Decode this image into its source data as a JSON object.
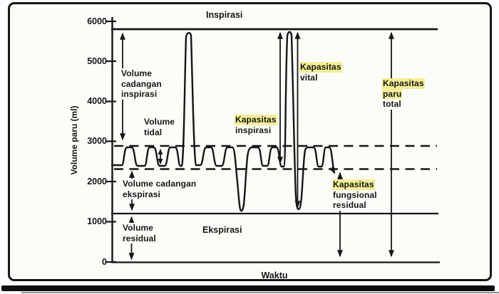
{
  "colors": {
    "ink": "#161616",
    "highlight": "#f3ef94",
    "paper": "#fcfcf9"
  },
  "axis": {
    "ylabel": "Volume paru (ml)",
    "xlabel": "Waktu",
    "yticks": [
      "6000",
      "5000",
      "4000",
      "3000",
      "2000",
      "1000",
      "0"
    ]
  },
  "phase_labels": {
    "top": "Inspirasi",
    "bottom": "Ekspirasi"
  },
  "labels": {
    "irv": [
      "Volume",
      "cadangan",
      "inspirasi"
    ],
    "tidal": [
      "Volume",
      "tidal"
    ],
    "ic": [
      "Kapasitas",
      "inspirasi"
    ],
    "vc": [
      "Kapasitas",
      "vital"
    ],
    "tlc": [
      "Kapasitas",
      "paru",
      "total"
    ],
    "erv": [
      "Volume cadangan",
      "ekspirasi"
    ],
    "frc": [
      "Kapasitas",
      "fungsional",
      "residual"
    ],
    "rv": [
      "Volume",
      "residual"
    ]
  },
  "chart_data": {
    "type": "line",
    "title": "",
    "xlabel": "Waktu",
    "ylabel": "Volume paru (ml)",
    "ylim": [
      0,
      6000
    ],
    "yticks": [
      6000,
      5000,
      4000,
      3000,
      2000,
      1000,
      0
    ],
    "grid": false,
    "legend": "none",
    "reference_levels_ml": {
      "maximal_inspiration_line": 5800,
      "tidal_peak_dashed": 2900,
      "tidal_trough_dashed": 2300,
      "residual_volume_line": 1200,
      "baseline": 0
    },
    "trace_events": [
      {
        "phase": "tidal-breathing",
        "cycles": 3,
        "min_ml": 2300,
        "max_ml": 2900
      },
      {
        "phase": "deep-inspiration-peak",
        "max_ml": 5750
      },
      {
        "phase": "tidal-breathing",
        "cycles": 2,
        "min_ml": 2300,
        "max_ml": 2900
      },
      {
        "phase": "deep-expiration-dip",
        "min_ml": 1200
      },
      {
        "phase": "tidal-breathing",
        "cycles": 2,
        "min_ml": 2300,
        "max_ml": 2900
      },
      {
        "phase": "vital-capacity-maneuver",
        "max_ml": 5800,
        "min_ml": 1200
      },
      {
        "phase": "tidal-breathing",
        "cycles": 2,
        "min_ml": 2300,
        "max_ml": 2900
      }
    ],
    "annotations": [
      {
        "label": "Volume cadangan inspirasi",
        "from_ml": 2900,
        "to_ml": 5800,
        "highlighted": false
      },
      {
        "label": "Volume tidal",
        "from_ml": 2300,
        "to_ml": 2900,
        "highlighted": false
      },
      {
        "label": "Kapasitas inspirasi",
        "from_ml": 2300,
        "to_ml": 5800,
        "highlighted": true
      },
      {
        "label": "Kapasitas vital",
        "from_ml": 1200,
        "to_ml": 5800,
        "highlighted": true
      },
      {
        "label": "Kapasitas paru total",
        "from_ml": 0,
        "to_ml": 5800,
        "highlighted": true
      },
      {
        "label": "Volume cadangan ekspirasi",
        "from_ml": 1200,
        "to_ml": 2300,
        "highlighted": false
      },
      {
        "label": "Kapasitas fungsional residual",
        "from_ml": 0,
        "to_ml": 2300,
        "highlighted": true
      },
      {
        "label": "Volume residual",
        "from_ml": 0,
        "to_ml": 1200,
        "highlighted": false
      }
    ]
  }
}
